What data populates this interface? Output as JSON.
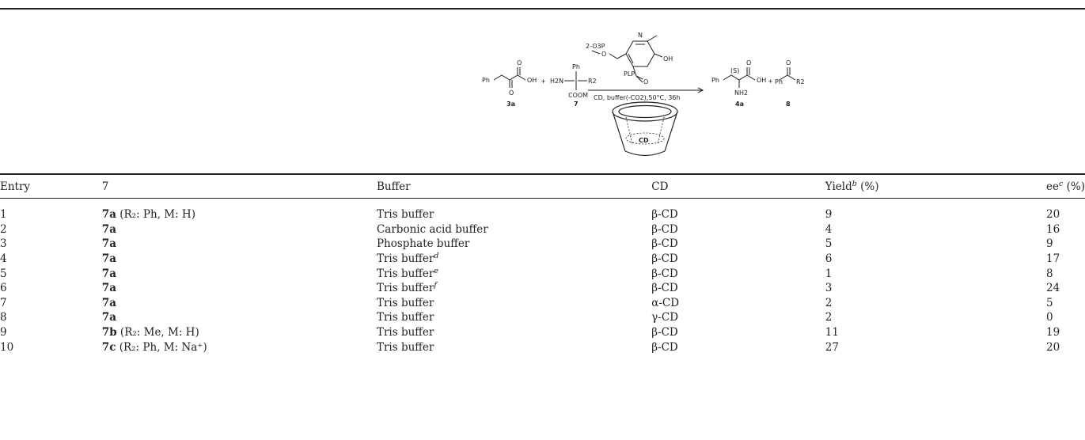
{
  "scheme": {
    "compound_3a": {
      "label": "3a",
      "groups": [
        "Ph",
        "O",
        "OH"
      ]
    },
    "compound_7": {
      "label": "7",
      "groups": [
        "Ph",
        "H2N",
        "R2",
        "COOM"
      ]
    },
    "plp": {
      "label": "PLP",
      "groups": [
        "2-O3P",
        "O",
        "N",
        "OH",
        "O"
      ]
    },
    "conditions": "CD, buffer(-CO2),50°C, 36h",
    "cd_label": "CD",
    "compound_4a": {
      "label": "4a",
      "groups": [
        "Ph",
        "(S)",
        "O",
        "OH",
        "NH2"
      ]
    },
    "compound_8": {
      "label": "8",
      "groups": [
        "Ph",
        "O",
        "R2"
      ]
    },
    "plus": "+"
  },
  "table": {
    "headers": {
      "entry": "Entry",
      "compound": "7",
      "buffer": "Buffer",
      "cd": "CD",
      "yield_text": "Yield",
      "yield_sup": "b",
      "yield_unit": " (%)",
      "ee_text": "ee",
      "ee_sup": "c",
      "ee_unit": " (%)"
    },
    "rows": [
      {
        "entry": "1",
        "cpd": "7a",
        "detail": " (R₂: Ph, M: H)",
        "buffer": "Tris buffer",
        "note": "",
        "cd": "β-CD",
        "yield": "9",
        "ee": "20"
      },
      {
        "entry": "2",
        "cpd": "7a",
        "detail": "",
        "buffer": "Carbonic acid buffer",
        "note": "",
        "cd": "β-CD",
        "yield": "4",
        "ee": "16"
      },
      {
        "entry": "3",
        "cpd": "7a",
        "detail": "",
        "buffer": "Phosphate buffer",
        "note": "",
        "cd": "β-CD",
        "yield": "5",
        "ee": "9"
      },
      {
        "entry": "4",
        "cpd": "7a",
        "detail": "",
        "buffer": "Tris buffer",
        "note": "d",
        "cd": "β-CD",
        "yield": "6",
        "ee": "17"
      },
      {
        "entry": "5",
        "cpd": "7a",
        "detail": "",
        "buffer": "Tris buffer",
        "note": "e",
        "cd": "β-CD",
        "yield": "1",
        "ee": "8"
      },
      {
        "entry": "6",
        "cpd": "7a",
        "detail": "",
        "buffer": "Tris buffer",
        "note": "f",
        "cd": "β-CD",
        "yield": "3",
        "ee": "24"
      },
      {
        "entry": "7",
        "cpd": "7a",
        "detail": "",
        "buffer": "Tris buffer",
        "note": "",
        "cd": "α-CD",
        "yield": "2",
        "ee": "5"
      },
      {
        "entry": "8",
        "cpd": "7a",
        "detail": "",
        "buffer": "Tris buffer",
        "note": "",
        "cd": "γ-CD",
        "yield": "2",
        "ee": "0"
      },
      {
        "entry": "9",
        "cpd": "7b",
        "detail": " (R₂: Me, M: H)",
        "buffer": "Tris buffer",
        "note": "",
        "cd": "β-CD",
        "yield": "11",
        "ee": "19"
      },
      {
        "entry": "10",
        "cpd": "7c",
        "detail": " (R₂: Ph, M: Na⁺)",
        "buffer": "Tris buffer",
        "note": "",
        "cd": "β-CD",
        "yield": "27",
        "ee": "20"
      }
    ]
  }
}
